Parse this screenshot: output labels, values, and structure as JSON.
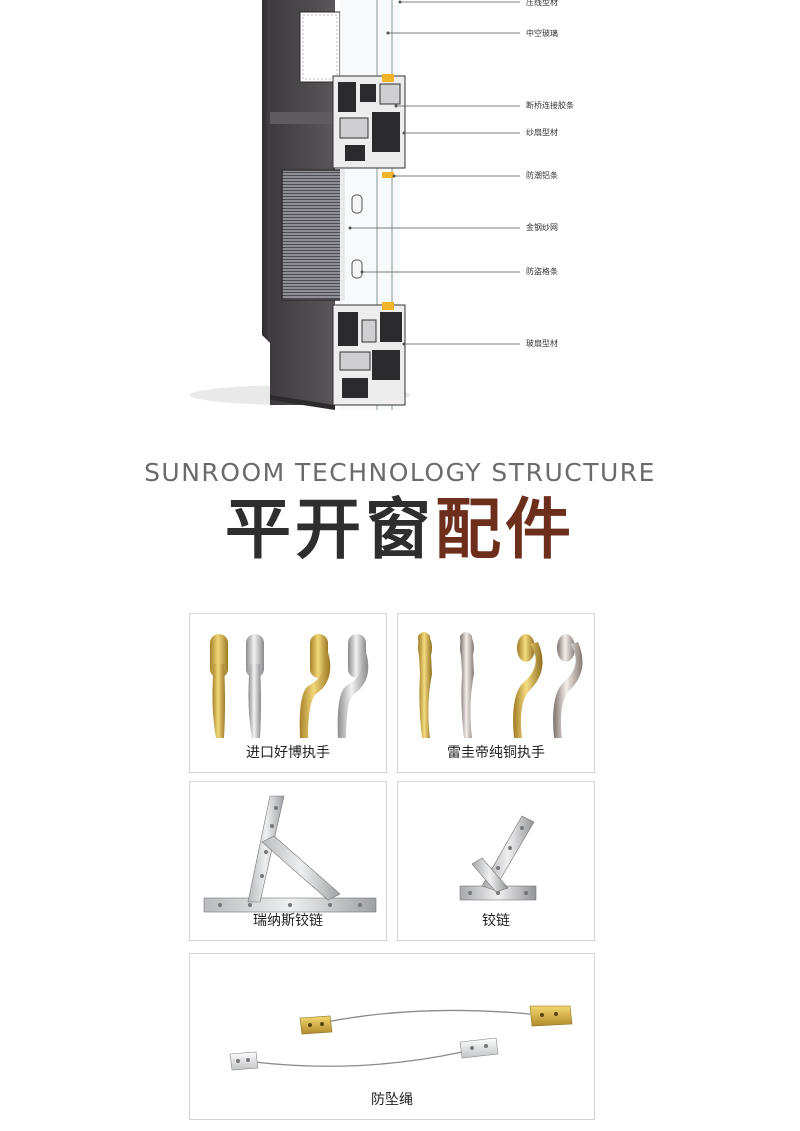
{
  "diagram": {
    "callouts": [
      {
        "id": "press-line",
        "label": "压线型材"
      },
      {
        "id": "hollow-glass",
        "label": "中空玻璃"
      },
      {
        "id": "thermal-strip",
        "label": "断桥连接胶条"
      },
      {
        "id": "screen-sash",
        "label": "纱扇型材"
      },
      {
        "id": "moisture-strip",
        "label": "防潮铝条"
      },
      {
        "id": "steel-mesh",
        "label": "金钢纱网"
      },
      {
        "id": "security-bar",
        "label": "防盗格条"
      },
      {
        "id": "glass-sash",
        "label": "玻扇型材"
      }
    ]
  },
  "heading": {
    "english": "SUNROOM TECHNOLOGY STRUCTURE",
    "chinese_dark": "平开窗",
    "chinese_accent": "配件"
  },
  "products": [
    {
      "id": "handle-hoppe",
      "label": "进口好博执手"
    },
    {
      "id": "handle-copper",
      "label": "雷圭帝纯铜执手"
    },
    {
      "id": "hinge-reinas",
      "label": "瑞纳斯铰链"
    },
    {
      "id": "hinge",
      "label": "铰链"
    },
    {
      "id": "fall-rope",
      "label": "防坠绳"
    }
  ],
  "colors": {
    "accent": "#6e2e1c",
    "dark_text": "#2e2e2e",
    "frame": "#4a464a",
    "gold": "#d4b04a",
    "silver": "#c8c8c8"
  }
}
